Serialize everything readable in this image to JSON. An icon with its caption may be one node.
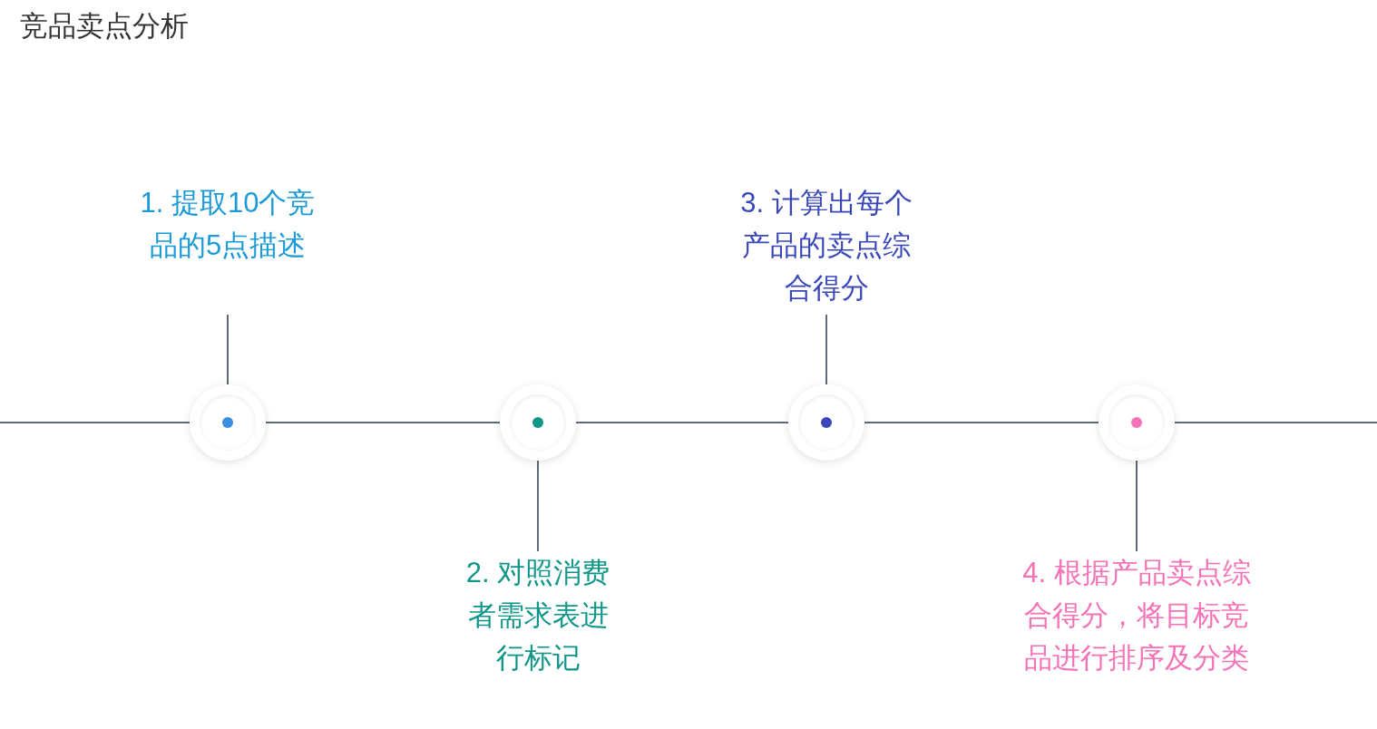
{
  "diagram": {
    "title": "竞品卖点分析",
    "nodes": [
      {
        "text": [
          "1. 提取10个竞品的5点描述"
        ]
      },
      {
        "text": [],
        "shape": "circle"
      },
      {
        "text": [],
        "shape": "circle"
      },
      {
        "text": [
          "2. 对照消费者需求表进行标记"
        ]
      },
      {
        "text": [
          "3. 计算出每个产品的卖点综合得分"
        ]
      },
      {
        "text": [],
        "shape": "circle"
      },
      {
        "text": [],
        "shape": "circle"
      },
      {
        "text": [
          "4. 根据产品卖点综合得分，将目标竞品进行排序及分类"
        ]
      }
    ],
    "edges": [
      {
        "from": 0,
        "to": 1,
        "arrow": "none"
      },
      {
        "from": 2,
        "to": 3,
        "arrow": "none"
      },
      {
        "from": 4,
        "to": 5,
        "arrow": "none"
      },
      {
        "from": 6,
        "to": 7,
        "arrow": "none"
      },
      {
        "from": null,
        "to": 1,
        "arrow": "none"
      },
      {
        "from": 1,
        "to": 2,
        "arrow": "none"
      },
      {
        "from": 2,
        "to": 5,
        "arrow": "none"
      },
      {
        "from": 5,
        "to": 6,
        "arrow": "none"
      },
      {
        "from": 6,
        "to": null,
        "arrow": "none"
      }
    ]
  }
}
